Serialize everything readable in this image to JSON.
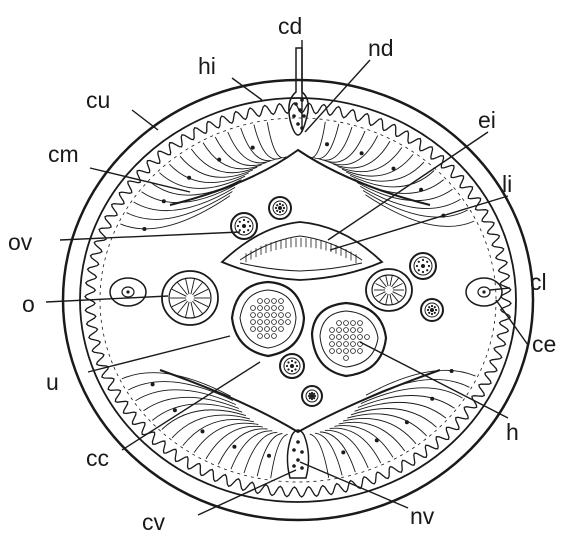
{
  "labels": {
    "cd": "cd",
    "hi": "hi",
    "nd": "nd",
    "cu": "cu",
    "ei": "ei",
    "cm": "cm",
    "li": "li",
    "ov": "ov",
    "cl": "cl",
    "o": "o",
    "ce": "ce",
    "u": "u",
    "h": "h",
    "cc": "cc",
    "cv": "cv",
    "nv": "nv"
  }
}
